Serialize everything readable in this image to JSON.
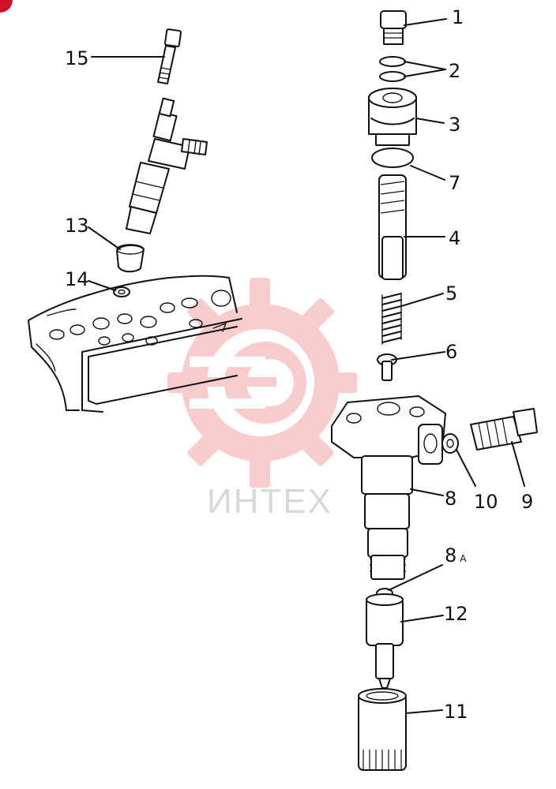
{
  "diagram": {
    "callouts": [
      {
        "id": "1",
        "text": "1"
      },
      {
        "id": "2",
        "text": "2"
      },
      {
        "id": "3",
        "text": "3"
      },
      {
        "id": "7",
        "text": "7"
      },
      {
        "id": "4",
        "text": "4"
      },
      {
        "id": "5",
        "text": "5"
      },
      {
        "id": "6",
        "text": "6"
      },
      {
        "id": "8",
        "text": "8"
      },
      {
        "id": "10",
        "text": "10"
      },
      {
        "id": "9",
        "text": "9"
      },
      {
        "id": "8a",
        "text": "8",
        "suffix": "A"
      },
      {
        "id": "12",
        "text": "12"
      },
      {
        "id": "11",
        "text": "11"
      },
      {
        "id": "13",
        "text": "13"
      },
      {
        "id": "14",
        "text": "14"
      },
      {
        "id": "15",
        "text": "15"
      }
    ]
  },
  "watermark": {
    "text": "ИНТЕХ",
    "color": "#f4a3a3"
  },
  "corner_mark": {
    "color": "#d0112b"
  }
}
